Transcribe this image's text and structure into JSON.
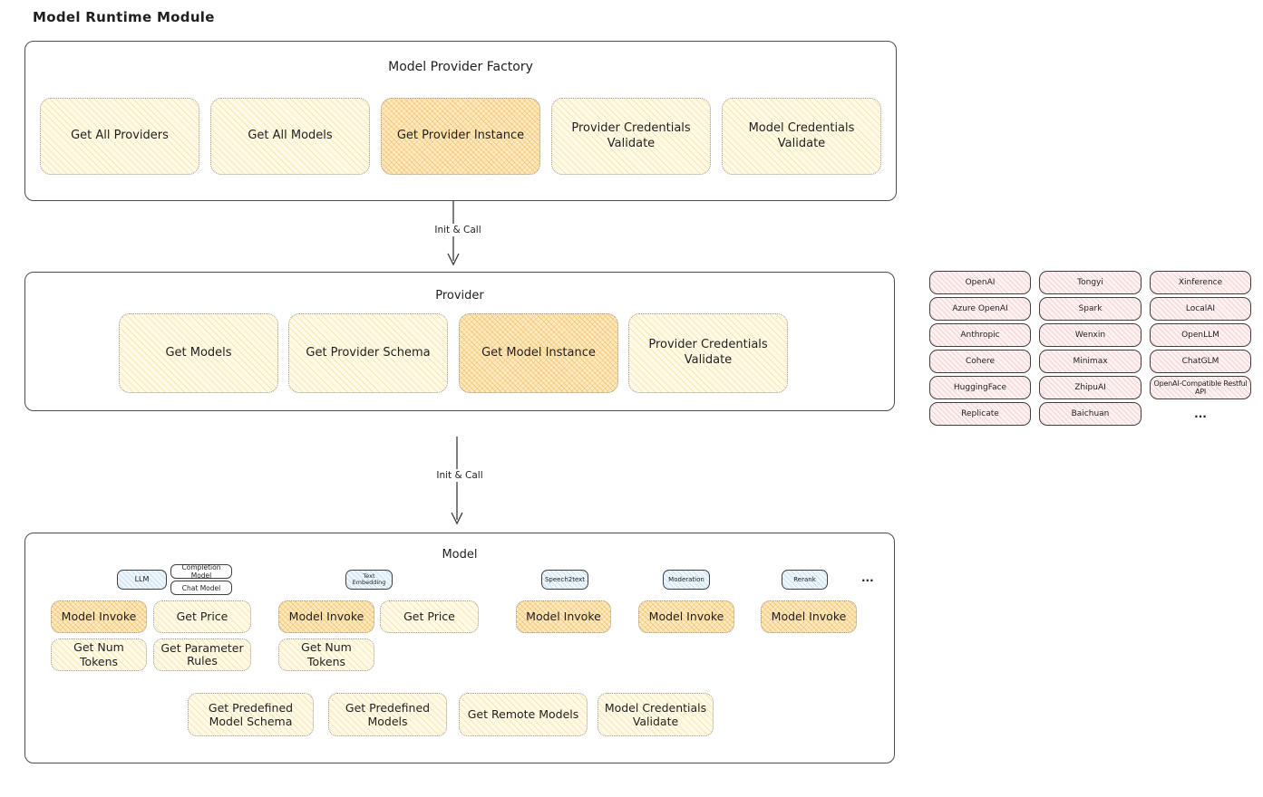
{
  "title": "Model Runtime Module",
  "colors": {
    "yellow_fill": "#fffae6",
    "orange_fill": "#fdeac0",
    "pink_fill": "#fdf2f2",
    "blue_fill": "#eef6fc",
    "border_dark": "#4d4d4d",
    "border_dotted": "#9a9a9a"
  },
  "factory": {
    "title": "Model Provider Factory",
    "items": [
      {
        "label": "Get All Providers",
        "variant": "yellow"
      },
      {
        "label": "Get All Models",
        "variant": "yellow"
      },
      {
        "label": "Get Provider Instance",
        "variant": "orange"
      },
      {
        "label": "Provider Credentials Validate",
        "variant": "yellow"
      },
      {
        "label": "Model Credentials Validate",
        "variant": "yellow"
      }
    ]
  },
  "arrows": [
    {
      "label": "Init & Call"
    },
    {
      "label": "Init & Call"
    }
  ],
  "provider": {
    "title": "Provider",
    "items": [
      {
        "label": "Get Models",
        "variant": "yellow"
      },
      {
        "label": "Get Provider Schema",
        "variant": "yellow"
      },
      {
        "label": "Get Model Instance",
        "variant": "orange"
      },
      {
        "label": "Provider Credentials Validate",
        "variant": "yellow"
      }
    ]
  },
  "providers_panel": {
    "cells": [
      "OpenAI",
      "Tongyi",
      "Xinference",
      "Azure OpenAI",
      "Spark",
      "LocalAI",
      "Anthropic",
      "Wenxin",
      "OpenLLM",
      "Cohere",
      "Minimax",
      "ChatGLM",
      "HuggingFace",
      "ZhipuAI",
      "OpenAI-Compatible Restful API",
      "Replicate",
      "Baichuan",
      "..."
    ]
  },
  "model": {
    "title": "Model",
    "ellipsis": "...",
    "groups": [
      {
        "tag": "LLM",
        "subtags": [
          "Completion Model",
          "Chat Model"
        ],
        "buttons": [
          {
            "label": "Model Invoke",
            "variant": "orange"
          },
          {
            "label": "Get Price",
            "variant": "yellow"
          },
          {
            "label": "Get Num Tokens",
            "variant": "yellow"
          },
          {
            "label": "Get Parameter Rules",
            "variant": "yellow"
          }
        ]
      },
      {
        "tag": "Text Embedding",
        "buttons": [
          {
            "label": "Model Invoke",
            "variant": "orange"
          },
          {
            "label": "Get Price",
            "variant": "yellow"
          },
          {
            "label": "Get Num Tokens",
            "variant": "yellow"
          }
        ]
      },
      {
        "tag": "Speech2text",
        "buttons": [
          {
            "label": "Model Invoke",
            "variant": "orange"
          }
        ]
      },
      {
        "tag": "Moderation",
        "buttons": [
          {
            "label": "Model Invoke",
            "variant": "orange"
          }
        ]
      },
      {
        "tag": "Rerank",
        "buttons": [
          {
            "label": "Model Invoke",
            "variant": "orange"
          }
        ]
      }
    ],
    "bottom_row": [
      {
        "label": "Get Predefined Model Schema"
      },
      {
        "label": "Get Predefined Models"
      },
      {
        "label": "Get Remote Models"
      },
      {
        "label": "Model Credentials Validate"
      }
    ]
  }
}
